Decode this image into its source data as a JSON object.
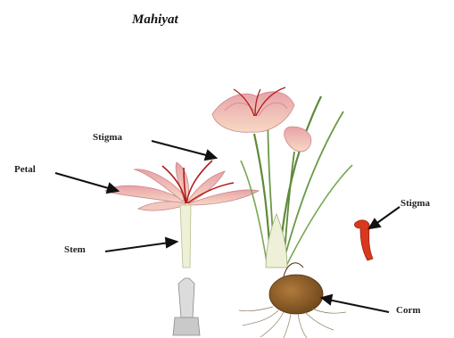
{
  "title": "Mahiyat",
  "labels": {
    "stigma_flower": "Stigma",
    "petal": "Petal",
    "stem": "Stem",
    "stigma_isolated": "Stigma",
    "corm": "Corm"
  }
}
